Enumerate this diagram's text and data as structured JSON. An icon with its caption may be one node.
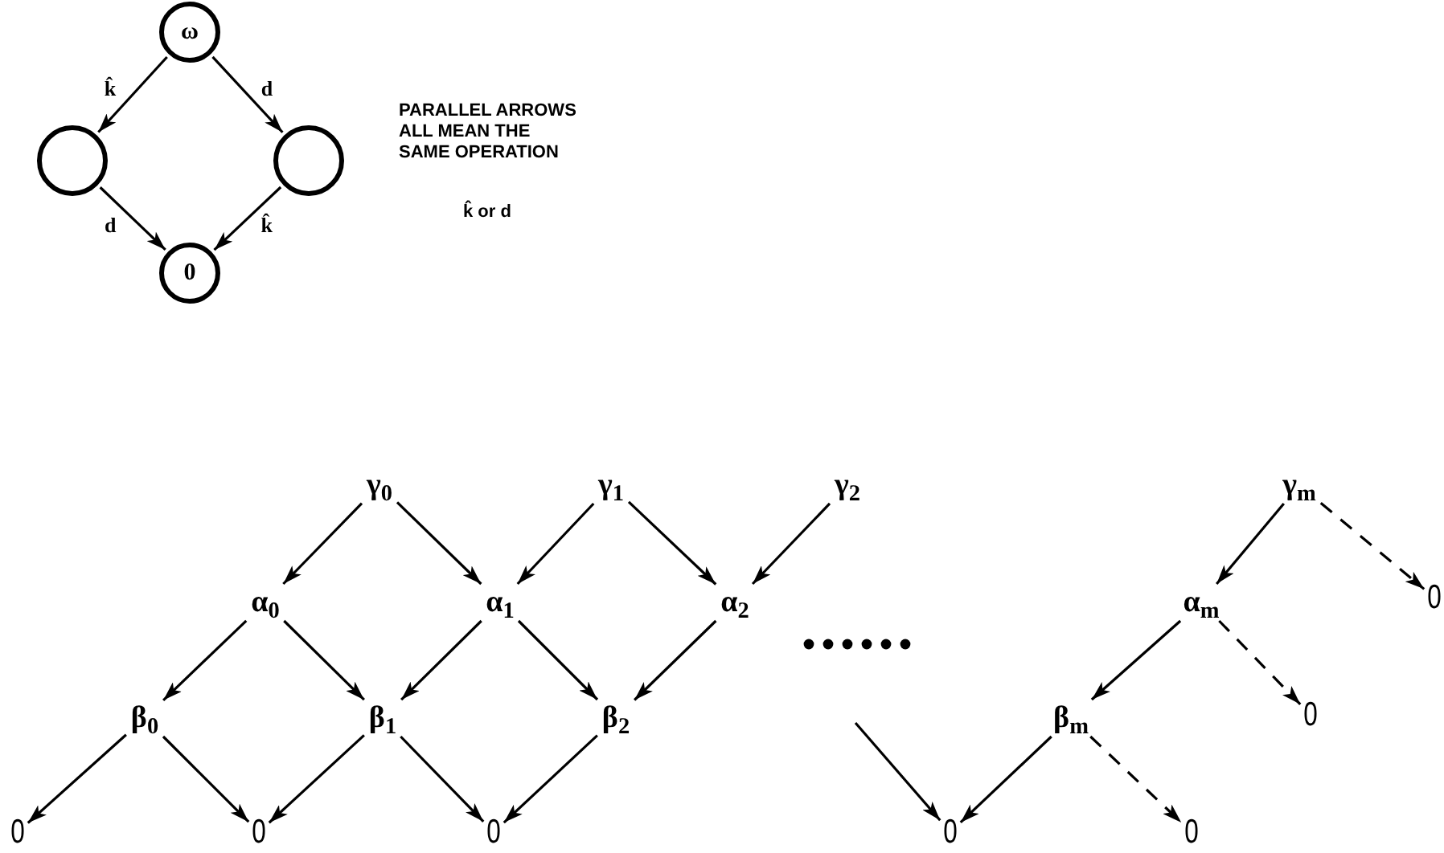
{
  "diagram": {
    "nodes": [
      {
        "text": [
          "ω"
        ]
      },
      {
        "text": [],
        "shape": "circle"
      },
      {
        "text": [],
        "shape": "circle"
      },
      {
        "text": [
          "0"
        ]
      },
      {
        "text": [
          "γ$_{0}$"
        ]
      },
      {
        "text": [
          "γ$_{1}$"
        ]
      },
      {
        "text": [
          "γ$_{2}$"
        ]
      },
      {
        "text": [
          "γ$_{m}$"
        ]
      },
      {
        "text": [
          "α$_{0}$"
        ]
      },
      {
        "text": [
          "α$_{1}$"
        ]
      },
      {
        "text": [
          "α$_{2}$"
        ]
      },
      {
        "text": [
          "α$_{m}$"
        ]
      },
      {
        "text": [
          "0"
        ]
      },
      {
        "text": [
          "β$_{0}$"
        ]
      },
      {
        "text": [
          "β$_{1}$"
        ]
      },
      {
        "text": [
          "β$_{2}$"
        ]
      },
      {
        "text": [
          "β$_{m}$"
        ]
      },
      {
        "text": [
          "0"
        ]
      },
      {
        "text": [
          "0"
        ]
      },
      {
        "text": [
          "0"
        ]
      },
      {
        "text": [
          "0"
        ]
      },
      {
        "text": [
          "0"
        ]
      },
      {
        "text": [
          "0"
        ]
      }
    ],
    "edges": [
      {
        "from": 0,
        "to": 1,
        "arrow": "to",
        "label": "k̂"
      },
      {
        "from": 0,
        "to": 2,
        "arrow": "to",
        "label": "d"
      },
      {
        "from": 1,
        "to": 3,
        "arrow": "to",
        "label": "d"
      },
      {
        "from": 2,
        "to": 3,
        "arrow": "to",
        "label": "k̂"
      },
      {
        "from": 4,
        "to": 8,
        "arrow": "to"
      },
      {
        "from": 4,
        "to": 9,
        "arrow": "to"
      },
      {
        "from": 5,
        "to": 9,
        "arrow": "to"
      },
      {
        "from": 5,
        "to": 10,
        "arrow": "to"
      },
      {
        "from": 6,
        "to": 10,
        "arrow": "to"
      },
      {
        "from": 8,
        "to": 13,
        "arrow": "to"
      },
      {
        "from": 8,
        "to": 14,
        "arrow": "to"
      },
      {
        "from": 9,
        "to": 14,
        "arrow": "to"
      },
      {
        "from": 9,
        "to": 15,
        "arrow": "to"
      },
      {
        "from": 10,
        "to": 15,
        "arrow": "to"
      },
      {
        "from": 13,
        "to": 18,
        "arrow": "to"
      },
      {
        "from": 13,
        "to": 19,
        "arrow": "to"
      },
      {
        "from": 14,
        "to": 19,
        "arrow": "to"
      },
      {
        "from": 14,
        "to": 20,
        "arrow": "to"
      },
      {
        "from": 15,
        "to": 20,
        "arrow": "to"
      },
      {
        "from": 7,
        "to": 11,
        "arrow": "to"
      },
      {
        "from": 7,
        "to": 12,
        "arrow": "to",
        "style": "dashed"
      },
      {
        "from": 11,
        "to": 16,
        "arrow": "to"
      },
      {
        "from": 11,
        "to": 17,
        "arrow": "to",
        "style": "dashed"
      },
      {
        "from": null,
        "to": 21,
        "arrow": "to"
      },
      {
        "from": 16,
        "to": 21,
        "arrow": "to"
      },
      {
        "from": 16,
        "to": 22,
        "arrow": "to",
        "style": "dashed"
      }
    ],
    "labels": [
      "PARALLEL ARROWS ALL MEAN THE SAME OPERATION",
      "k̂ or d"
    ]
  }
}
